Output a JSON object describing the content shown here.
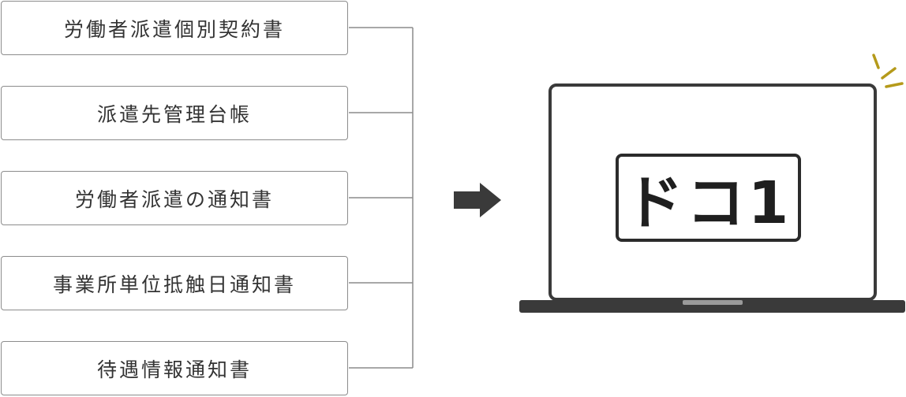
{
  "documents": [
    {
      "label": "労働者派遣個別契約書"
    },
    {
      "label": "派遣先管理台帳"
    },
    {
      "label": "労働者派遣の通知書"
    },
    {
      "label": "事業所単位抵触日通知書"
    },
    {
      "label": "待遇情報通知書"
    }
  ],
  "target": {
    "logo_text": "ドコ1"
  },
  "colors": {
    "box_border": "#8c8c8c",
    "connector": "#8c8c8c",
    "arrow": "#3a3a3a",
    "laptop": "#3a3a3a",
    "accent": "#b59a1a"
  },
  "icons": {
    "arrow": "right-arrow-icon",
    "device": "laptop-icon",
    "spark": "sparkle-lines-icon"
  }
}
